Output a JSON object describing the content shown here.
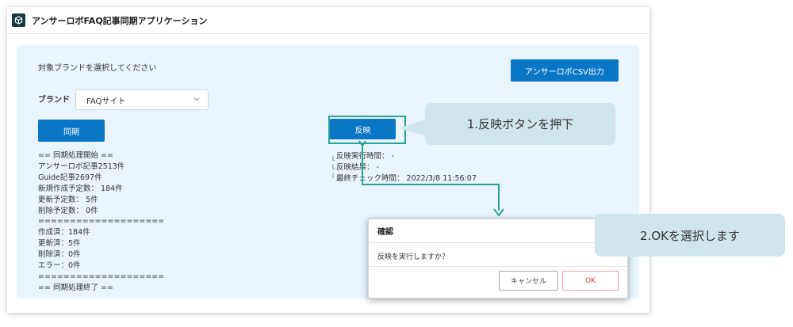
{
  "app": {
    "title": "アンサーロボFAQ記事同期アプリケーション",
    "logo_icon": "cube-icon"
  },
  "main": {
    "instruction": "対象ブランドを選択してください",
    "csv_button": "アンサーロボCSV出力",
    "brand_label": "ブランド",
    "brand_value": "FAQサイト",
    "sync_button": "同期",
    "reflect_button": "反映",
    "log": [
      "== 同期処理開始 ==",
      "アンサーロボ記事2513件",
      "Guide記事2697件",
      "新規作成予定数： 184件",
      "更新予定数： 5件",
      "削除予定数： 0件",
      "====================",
      "作成済：184件",
      "更新済：5件",
      "削除済：0件",
      "エラー：0件",
      "====================",
      "== 同期処理終了 =="
    ],
    "status": [
      "反映実行時間： -",
      "反映結果： -",
      "最終チェック時間： 2022/3/8 11:56:07"
    ]
  },
  "dialog": {
    "title": "確認",
    "message": "反映を実行しますか？",
    "cancel": "キャンセル",
    "ok": "OK"
  },
  "annotations": {
    "step1": "1.反映ボタンを押下",
    "step2": "2.OKを選択します",
    "accent_color": "#2aa39c"
  },
  "colors": {
    "primary": "#0a77c6",
    "panel_bg": "#e9f4fc",
    "callout_bg": "#cfe5ec",
    "ok_red": "#d43c3c"
  }
}
